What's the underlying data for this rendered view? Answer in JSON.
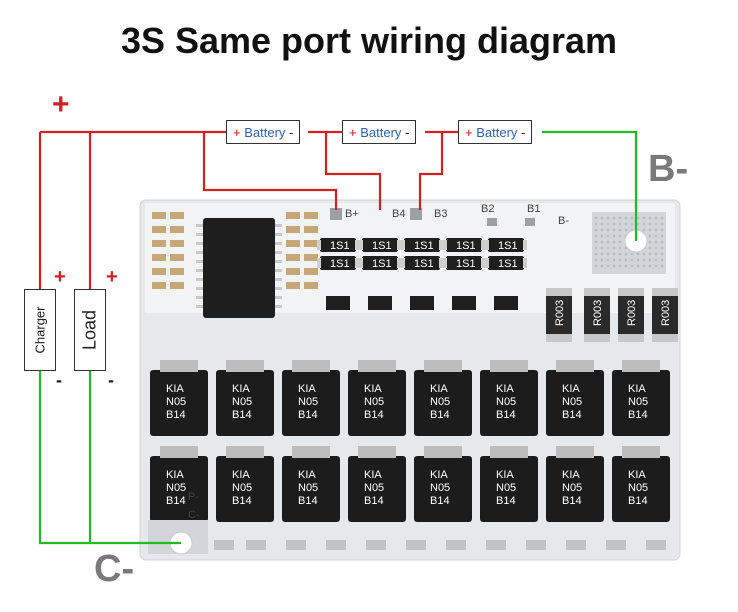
{
  "title": "3S Same port wiring diagram",
  "batteries": [
    {
      "plus": "+",
      "name": "Battery",
      "minus": "-"
    },
    {
      "plus": "+",
      "name": "Battery",
      "minus": "-"
    },
    {
      "plus": "+",
      "name": "Battery",
      "minus": "-"
    }
  ],
  "main_positive_sign": "+",
  "charger": {
    "label": "Charger",
    "plus": "+",
    "minus": "-"
  },
  "load": {
    "label": "Load",
    "plus": "+",
    "minus": "-"
  },
  "b_minus_label": "B-",
  "c_minus_label": "C-",
  "board_silkscreen": {
    "b_plus": "B+",
    "b4": "B4",
    "b3": "B3",
    "b2": "B2",
    "b1": "B1",
    "b_minus": "B-",
    "p_minus": "P-",
    "c_minus": "C-"
  },
  "resistor_code": "R003",
  "fuse_code": "1S1",
  "mosfet_lines": [
    "KIA",
    "N05",
    "B14"
  ],
  "colors": {
    "positive_wire": "#d42020",
    "negative_wire": "#22bb22",
    "board": "#e9ecef",
    "label_gray": "#7a7a7a",
    "battery_text": "#2a62b8"
  }
}
